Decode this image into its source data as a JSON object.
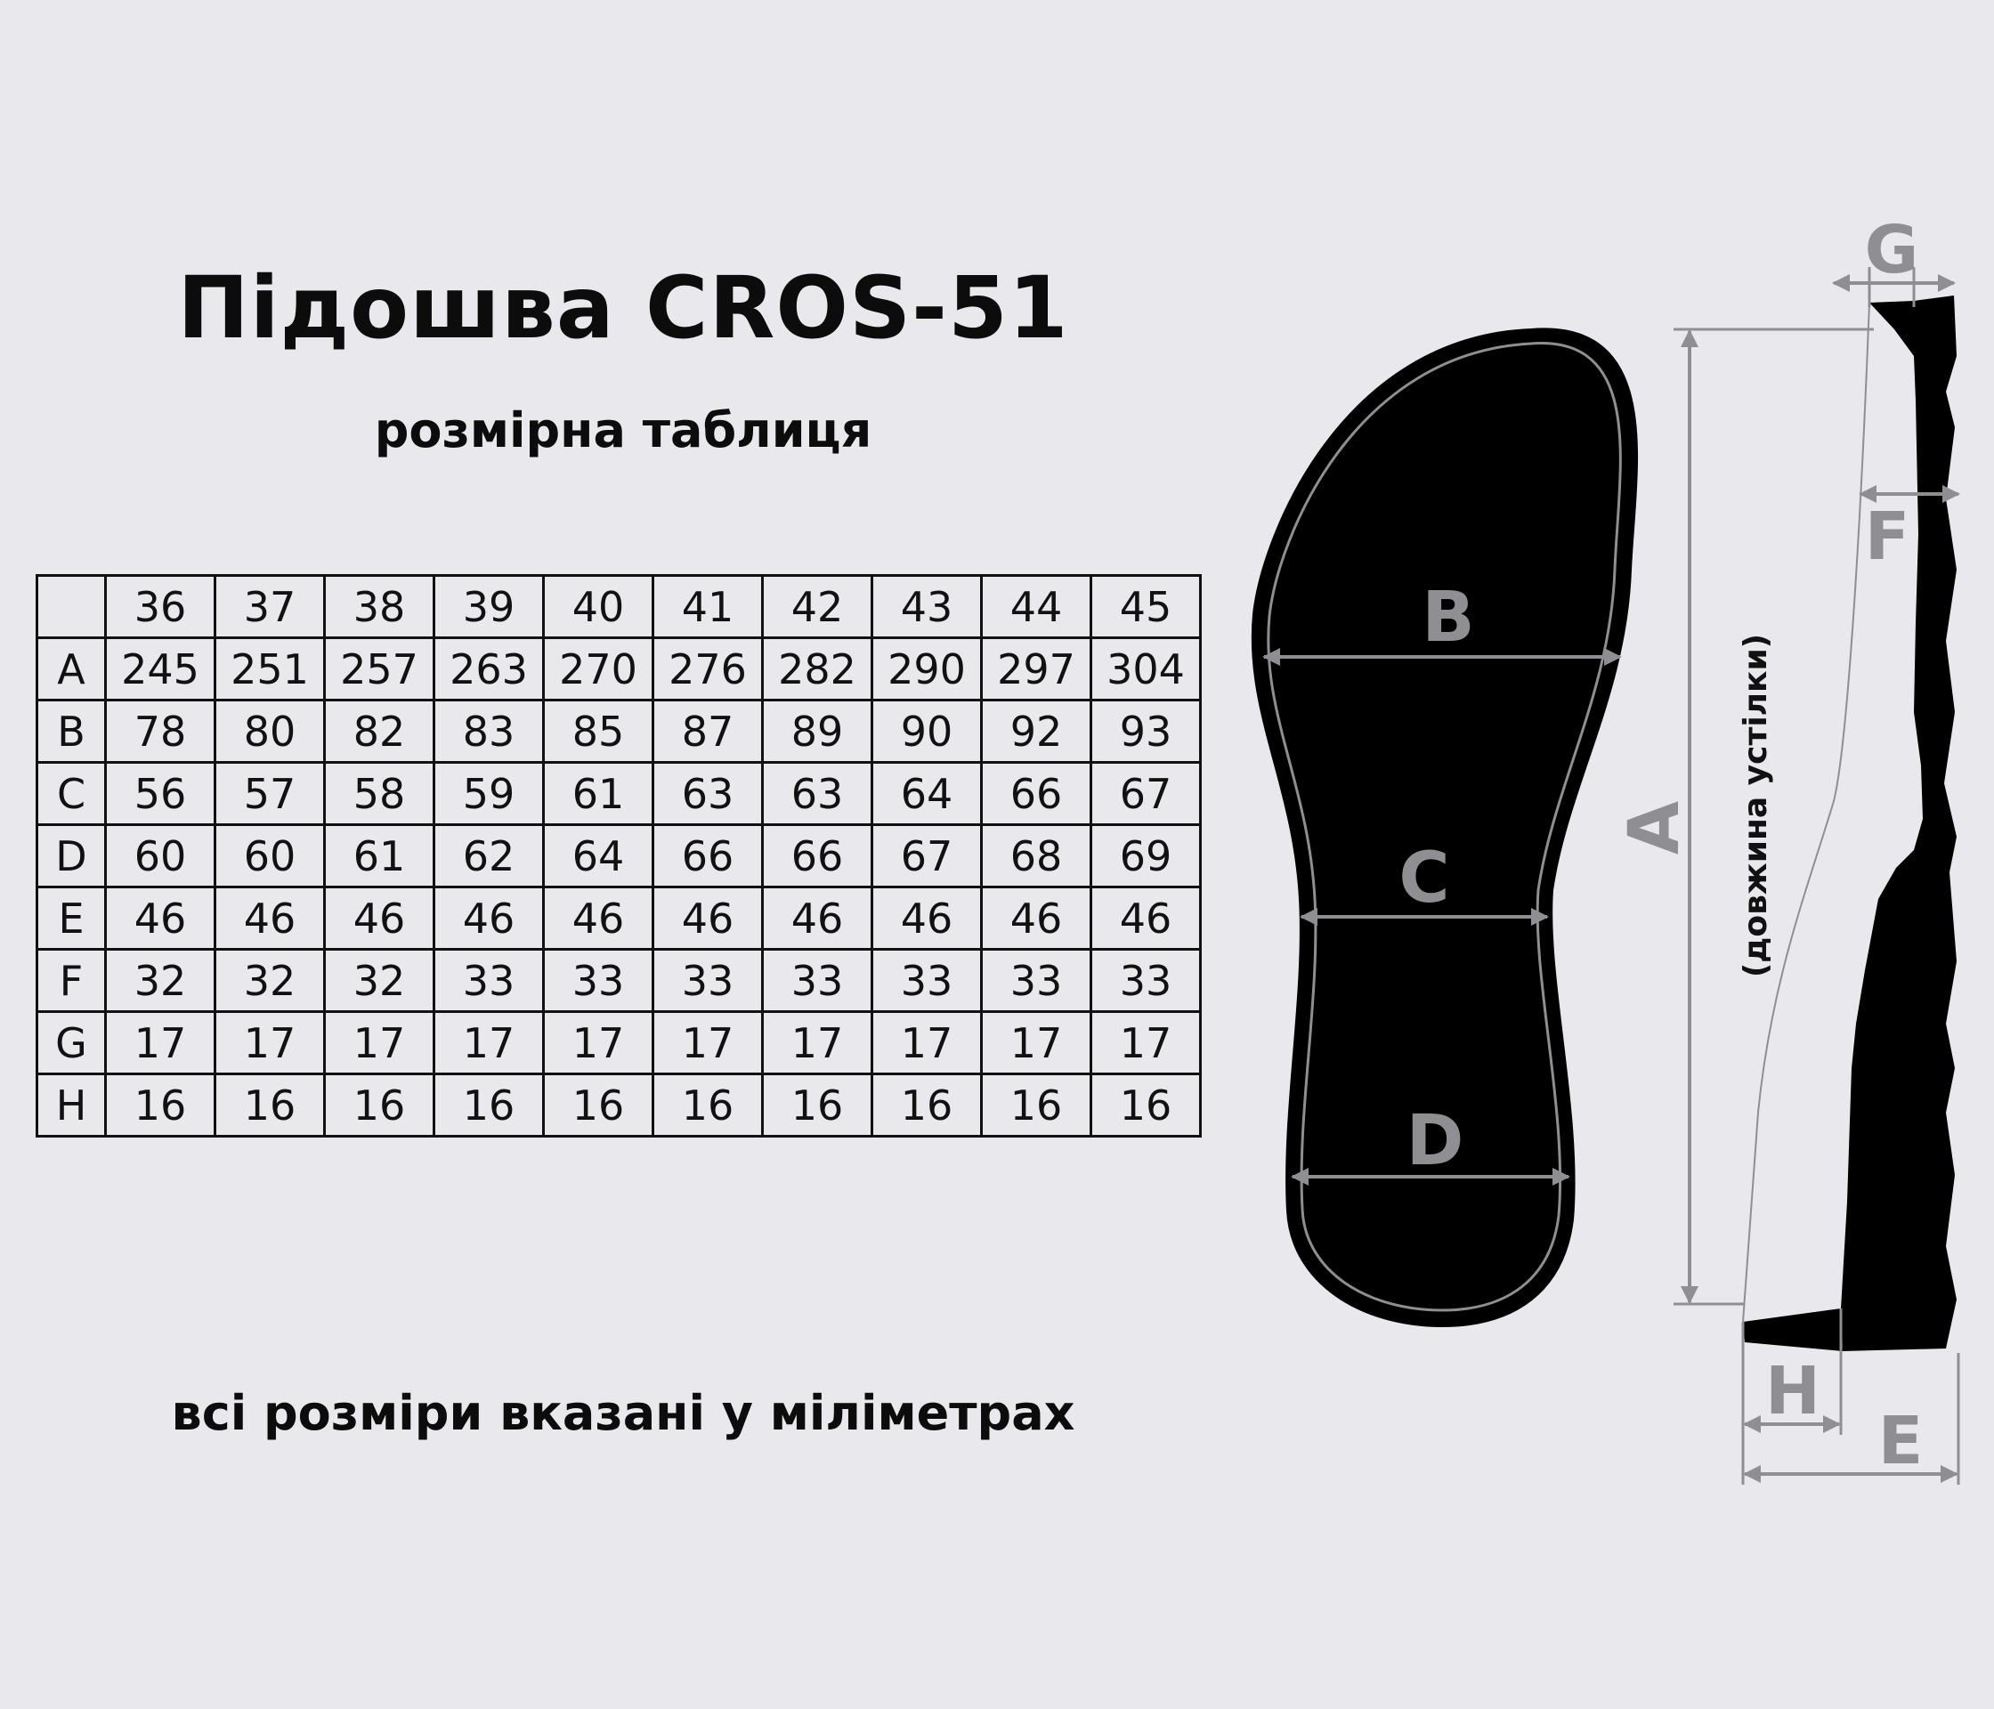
{
  "title": "Підошва CROS-51",
  "subtitle": "розмірна таблиця",
  "footnote": "всі розміри вказані у міліметрах",
  "table": {
    "sizes": [
      "36",
      "37",
      "38",
      "39",
      "40",
      "41",
      "42",
      "43",
      "44",
      "45"
    ],
    "rows": [
      {
        "label": "A",
        "values": [
          "245",
          "251",
          "257",
          "263",
          "270",
          "276",
          "282",
          "290",
          "297",
          "304"
        ]
      },
      {
        "label": "B",
        "values": [
          "78",
          "80",
          "82",
          "83",
          "85",
          "87",
          "89",
          "90",
          "92",
          "93"
        ]
      },
      {
        "label": "C",
        "values": [
          "56",
          "57",
          "58",
          "59",
          "61",
          "63",
          "63",
          "64",
          "66",
          "67"
        ]
      },
      {
        "label": "D",
        "values": [
          "60",
          "60",
          "61",
          "62",
          "64",
          "66",
          "66",
          "67",
          "68",
          "69"
        ]
      },
      {
        "label": "E",
        "values": [
          "46",
          "46",
          "46",
          "46",
          "46",
          "46",
          "46",
          "46",
          "46",
          "46"
        ]
      },
      {
        "label": "F",
        "values": [
          "32",
          "32",
          "32",
          "33",
          "33",
          "33",
          "33",
          "33",
          "33",
          "33"
        ]
      },
      {
        "label": "G",
        "values": [
          "17",
          "17",
          "17",
          "17",
          "17",
          "17",
          "17",
          "17",
          "17",
          "17"
        ]
      },
      {
        "label": "H",
        "values": [
          "16",
          "16",
          "16",
          "16",
          "16",
          "16",
          "16",
          "16",
          "16",
          "16"
        ]
      }
    ]
  },
  "diagram": {
    "labels": {
      "A": "A",
      "B": "B",
      "C": "C",
      "D": "D",
      "E": "E",
      "F": "F",
      "G": "G",
      "H": "H"
    },
    "a_note": "(довжина устілки)"
  },
  "colors": {
    "background": "#e9e8ed",
    "sole": "#000000",
    "dimension": "#8f8f93"
  }
}
